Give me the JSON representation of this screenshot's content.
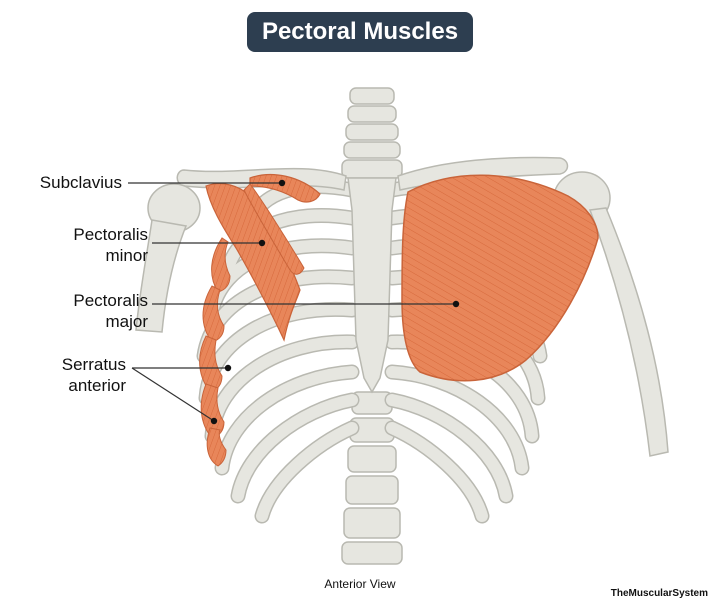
{
  "title": "Pectoral Muscles",
  "labels": {
    "subclavius": "Subclavius",
    "pectoralis_minor_1": "Pectoralis",
    "pectoralis_minor_2": "minor",
    "pectoralis_major_1": "Pectoralis",
    "pectoralis_major_2": "major",
    "serratus_anterior_1": "Serratus",
    "serratus_anterior_2": "anterior"
  },
  "caption": "Anterior View",
  "brand": "TheMuscularSystem",
  "colors": {
    "title_bg": "#2d3e50",
    "muscle": "#e8865a",
    "muscle_dark": "#d7693c",
    "bone": "#e6e6e0",
    "bone_outline": "#b9b9b1"
  }
}
